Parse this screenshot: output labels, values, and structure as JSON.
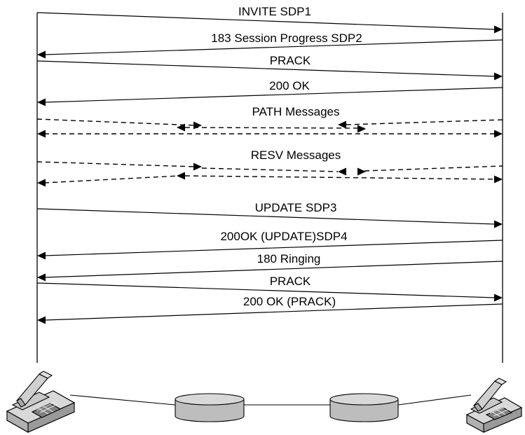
{
  "messages": {
    "invite": "INVITE SDP1",
    "session_progress": "183 Session Progress SDP2",
    "prack_1": "PRACK",
    "ok_1": "200 OK",
    "path": "PATH Messages",
    "resv": "RESV Messages",
    "update": "UPDATE SDP3",
    "update_ok": "200OK (UPDATE)SDP4",
    "ringing": "180 Ringing",
    "prack_2": "PRACK",
    "prack_ok": "200 OK (PRACK)"
  },
  "icons": {
    "left_phone": "telephone-icon",
    "right_phone": "telephone-icon",
    "router_1": "router-icon",
    "router_2": "router-icon"
  },
  "colors": {
    "line": "#000000",
    "device_fill": "#c8c8c8",
    "device_dark": "#9a9a9a"
  }
}
